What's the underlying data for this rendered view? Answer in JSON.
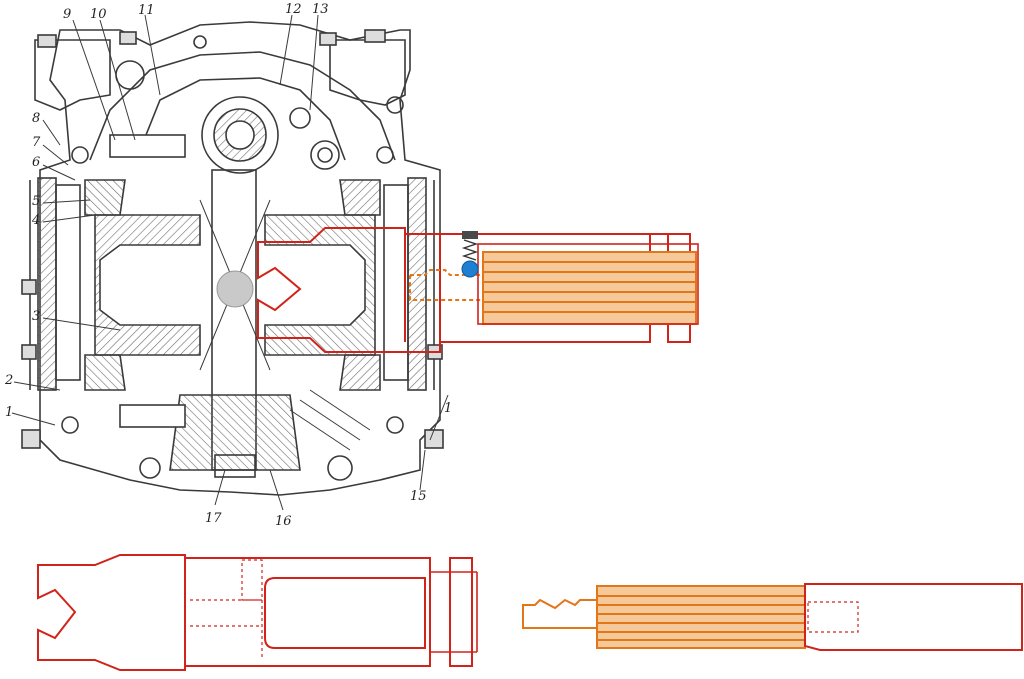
{
  "callouts": [
    "9",
    "10",
    "11",
    "12",
    "13",
    "8",
    "7",
    "6",
    "5",
    "4",
    "3",
    "2",
    "1",
    "1",
    "15",
    "17",
    "16"
  ],
  "colors": {
    "line_art": "#3a3a3a",
    "hatch": "#6e6e6e",
    "overlay_red": "#d0241b",
    "overlay_orange": "#e4761a",
    "spline_fill": "#f6c99a",
    "pin_grey": "#c9c9c9",
    "ball_blue": "#1f7fd0",
    "spring_cap": "#4a4a4a"
  },
  "icons": {
    "detent_ball": "ball-icon",
    "detent_spring": "spring-icon",
    "cross_pin": "pin-icon"
  }
}
